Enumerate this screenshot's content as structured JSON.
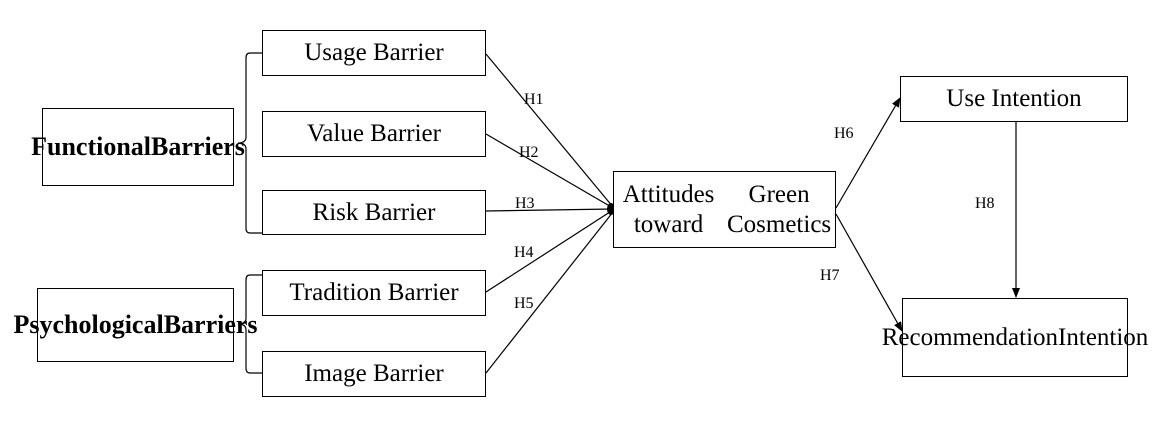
{
  "groups": {
    "functional": [
      "Functional",
      "Barriers"
    ],
    "psychological": [
      "Psychological",
      "Barriers"
    ]
  },
  "barriers": {
    "usage": "Usage Barrier",
    "value": "Value Barrier",
    "risk": "Risk Barrier",
    "tradition": "Tradition Barrier",
    "image": "Image Barrier"
  },
  "center": [
    "Attitudes toward",
    "Green Cosmetics"
  ],
  "outcomes": {
    "use": "Use Intention",
    "recommendation": [
      "Recommendation",
      "Intention"
    ]
  },
  "hypotheses": {
    "h1": "H1",
    "h2": "H2",
    "h3": "H3",
    "h4": "H4",
    "h5": "H5",
    "h6": "H6",
    "h7": "H7",
    "h8": "H8"
  },
  "colors": {
    "stroke": "#000000",
    "background": "#ffffff"
  }
}
